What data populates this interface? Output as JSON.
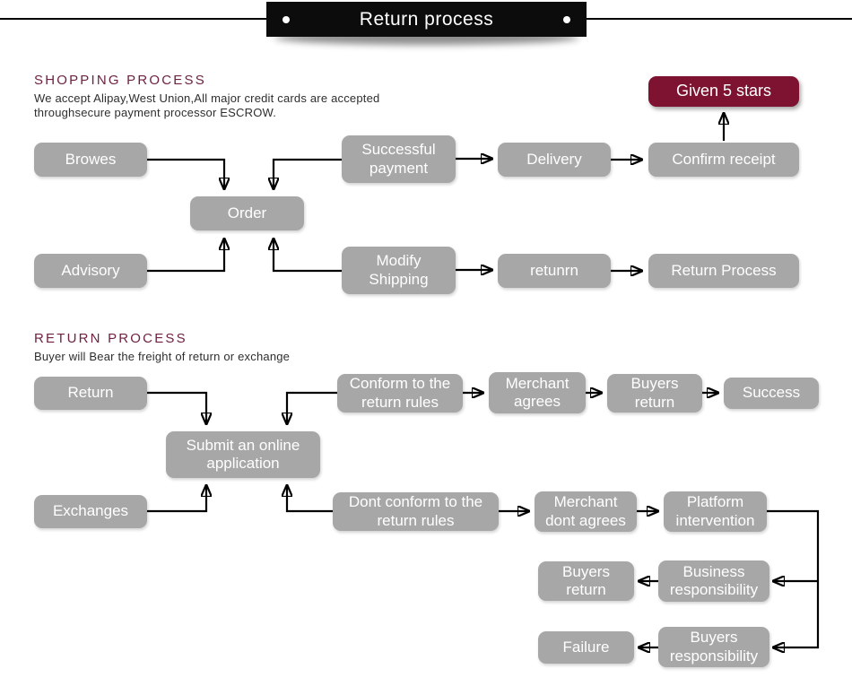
{
  "title_banner": {
    "title": "Return process"
  },
  "colors": {
    "ribbon_black": "#0c0c0c",
    "box_gray": "#a7a7a7",
    "accent_maroon": "#7e1331",
    "heading_maroon": "#6e2242",
    "connector_black": "#000000"
  },
  "shopping_section": {
    "heading": "SHOPPING PROCESS",
    "description_line1": "We accept Alipay,West Union,All major credit cards are accepted",
    "description_line2": "throughsecure payment processor ESCROW.",
    "nodes": {
      "browes": "Browes",
      "advisory": "Advisory",
      "order": "Order",
      "successful_payment": "Successful payment",
      "modify_shipping": "Modify Shipping",
      "delivery": "Delivery",
      "retunrn": "retunrn",
      "confirm_receipt": "Confirm receipt",
      "return_process": "Return Process",
      "given_5_stars": "Given 5 stars"
    }
  },
  "return_section": {
    "heading": "RETURN PROCESS",
    "description": "Buyer will Bear the freight of return or exchange",
    "nodes": {
      "return": "Return",
      "exchanges": "Exchanges",
      "submit_application": "Submit an online application",
      "conform_rules": "Conform to the return rules",
      "merchant_agrees": "Merchant agrees",
      "buyers_return": "Buyers return",
      "success": "Success",
      "dont_conform_rules": "Dont conform to the return rules",
      "merchant_dont_agrees": "Merchant dont agrees",
      "platform_intervention": "Platform intervention",
      "buyers_return_2": "Buyers return",
      "business_responsibility": "Business responsibility",
      "failure": "Failure",
      "buyers_responsibility": "Buyers responsibility"
    }
  }
}
